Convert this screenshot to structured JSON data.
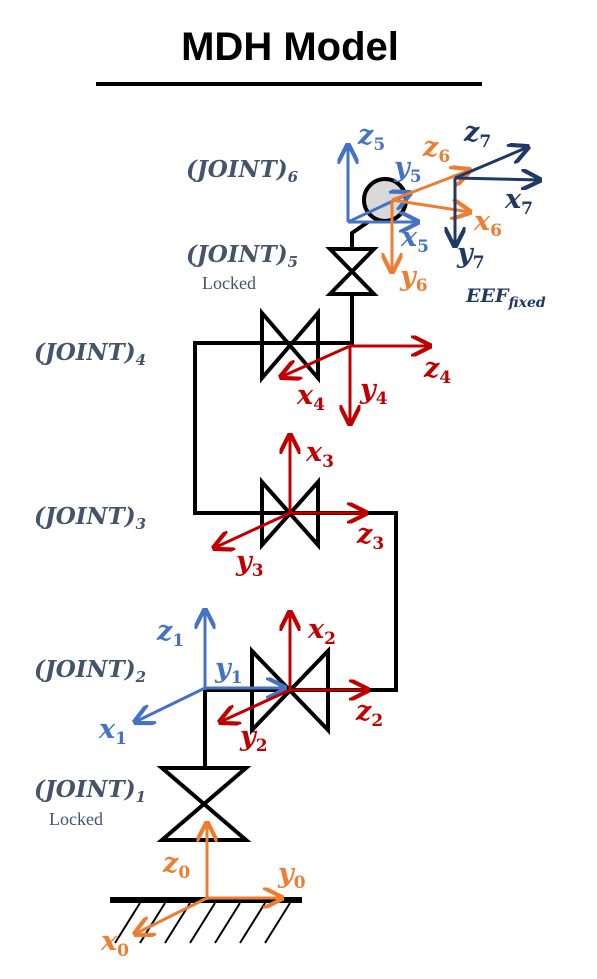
{
  "title": "MDH Model",
  "joints": [
    {
      "id": "1",
      "text": "(JOINT)",
      "sub": "1",
      "note": "Locked"
    },
    {
      "id": "2",
      "text": "(JOINT)",
      "sub": "2",
      "note": ""
    },
    {
      "id": "3",
      "text": "(JOINT)",
      "sub": "3",
      "note": ""
    },
    {
      "id": "4",
      "text": "(JOINT)",
      "sub": "4",
      "note": ""
    },
    {
      "id": "5",
      "text": "(JOINT)",
      "sub": "5",
      "note": "Locked"
    },
    {
      "id": "6",
      "text": "(JOINT)",
      "sub": "6",
      "note": ""
    }
  ],
  "frames": [
    {
      "frame": "0",
      "color": "#ed7d31",
      "axes": [
        "x",
        "y",
        "z"
      ]
    },
    {
      "frame": "1",
      "color": "#4472c4",
      "axes": [
        "x",
        "y",
        "z"
      ]
    },
    {
      "frame": "2",
      "color": "#c00000",
      "axes": [
        "x",
        "y",
        "z"
      ]
    },
    {
      "frame": "3",
      "color": "#c00000",
      "axes": [
        "x",
        "y",
        "z"
      ]
    },
    {
      "frame": "4",
      "color": "#c00000",
      "axes": [
        "x",
        "y",
        "z"
      ]
    },
    {
      "frame": "5",
      "color": "#4472c4",
      "axes": [
        "x",
        "y",
        "z"
      ]
    },
    {
      "frame": "6",
      "color": "#ed7d31",
      "axes": [
        "x",
        "y",
        "z"
      ]
    },
    {
      "frame": "7",
      "color": "#1f3864",
      "axes": [
        "x",
        "y",
        "z"
      ]
    }
  ],
  "eef": {
    "text": "EEF",
    "sub": "fixed"
  },
  "colors": {
    "link": "#000000",
    "joint_text": "#44546a",
    "frame_orange": "#ed7d31",
    "frame_blue": "#4472c4",
    "frame_red": "#c00000",
    "frame_navy": "#1f3864",
    "ball_fill": "#d9d9d9"
  }
}
